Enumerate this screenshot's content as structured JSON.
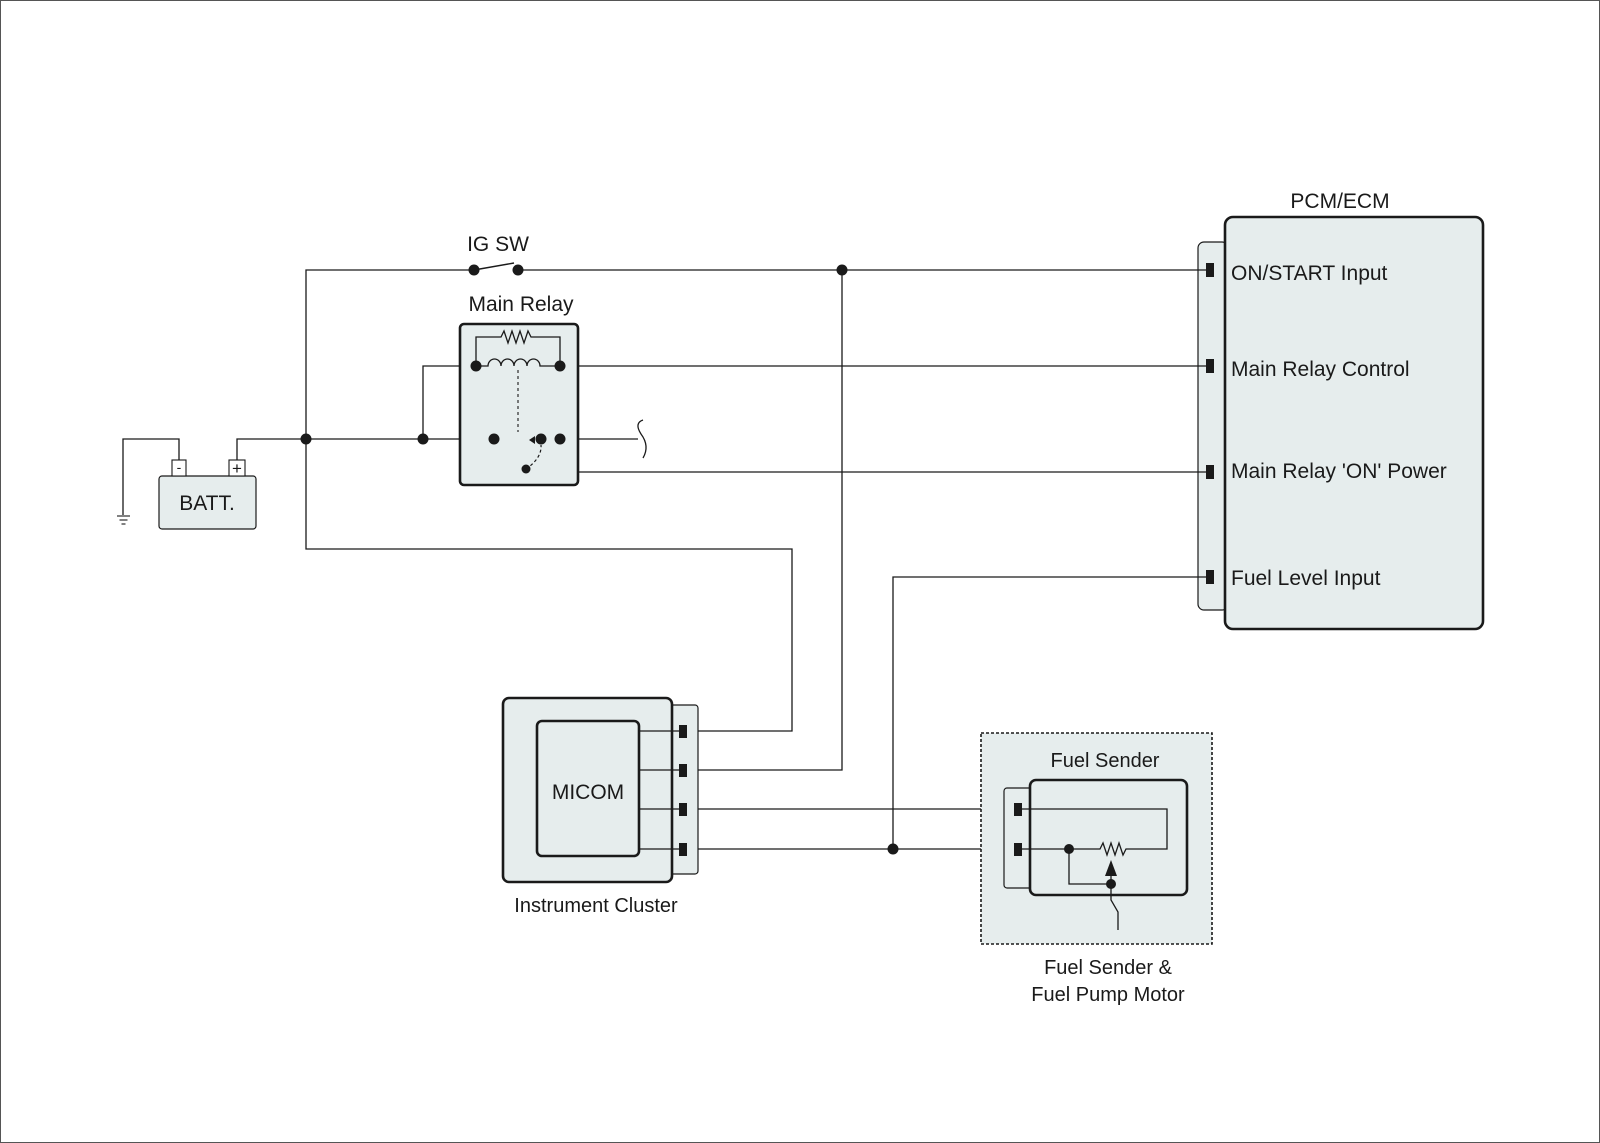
{
  "labels": {
    "pcm": "PCM/ECM",
    "ig_sw": "IG SW",
    "main_relay": "Main Relay",
    "batt": "BATT.",
    "batt_neg": "-",
    "batt_pos": "+",
    "micom": "MICOM",
    "instrument_cluster": "Instrument Cluster",
    "fuel_sender": "Fuel Sender",
    "fuel_module_line1": "Fuel Sender &",
    "fuel_module_line2": "Fuel Pump Motor"
  },
  "pcm_pins": [
    "ON/START Input",
    "Main Relay Control",
    "Main Relay 'ON' Power",
    "Fuel Level Input"
  ]
}
